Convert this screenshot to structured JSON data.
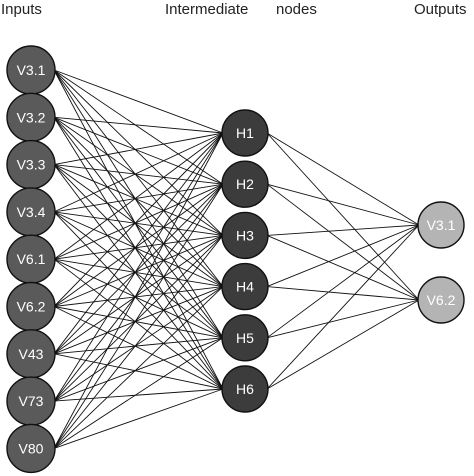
{
  "headers": {
    "inputs": "Inputs",
    "intermediate": "Intermediate",
    "nodes": "nodes",
    "outputs": "Outputs"
  },
  "input_nodes": [
    "V3.1",
    "V3.2",
    "V3.3",
    "V3.4",
    "V6.1",
    "V6.2",
    "V43",
    "V73",
    "V80"
  ],
  "hidden_nodes": [
    "H1",
    "H2",
    "H3",
    "H4",
    "H5",
    "H6"
  ],
  "output_nodes": [
    "V3.1",
    "V6.2"
  ],
  "colors": {
    "input_fill": "#5a5a5a",
    "hidden_fill": "#3c3c3c",
    "output_fill": "#b4b4b4",
    "node_text": "#ffffff",
    "edge": "#111111"
  }
}
